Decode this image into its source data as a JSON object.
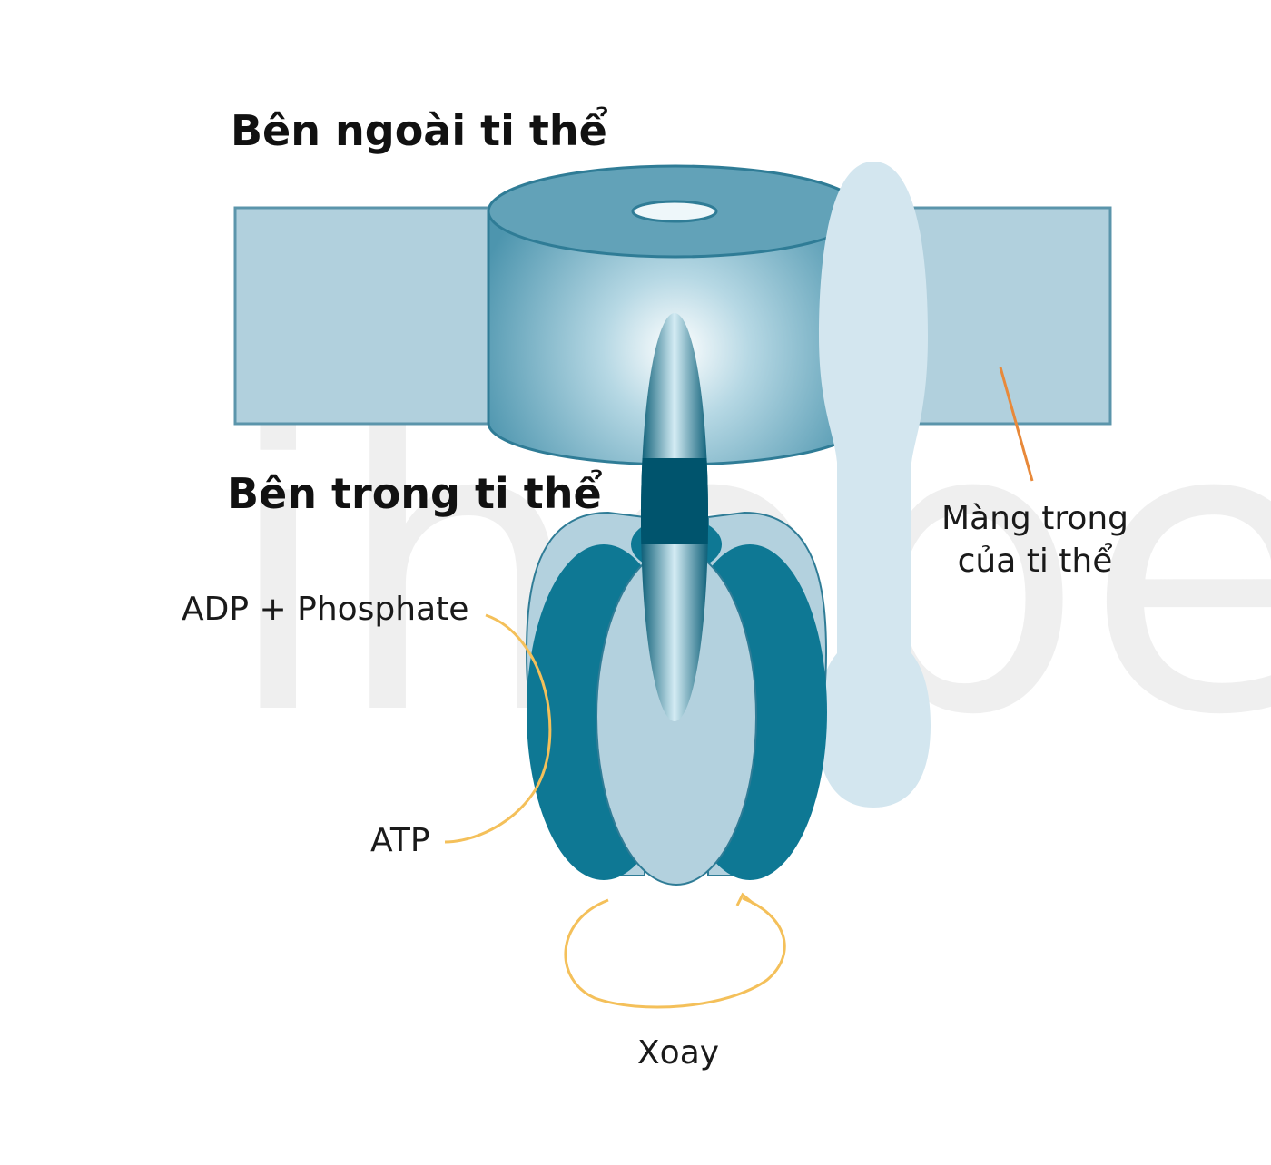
{
  "labels": {
    "outside": "Bên ngoài ti thể",
    "inside": "Bên trong ti thể",
    "adp": "ADP + Phosphate",
    "atp": "ATP",
    "rotate": "Xoay",
    "membrane_line1": "Màng trong",
    "membrane_line2": "của ti thể"
  },
  "watermark": "ihope",
  "colors": {
    "membrane": "#b1d0dd",
    "membrane_stroke": "#5b95ab",
    "rotor_top": "#62a2b8",
    "dark_teal": "#0e7894",
    "dark_stalk": "#00546d",
    "light_lobe": "#b3d1de",
    "stator": "#d3e6ef",
    "arrow_orange": "#f4c05a",
    "pointer_orange": "#e8893a"
  }
}
